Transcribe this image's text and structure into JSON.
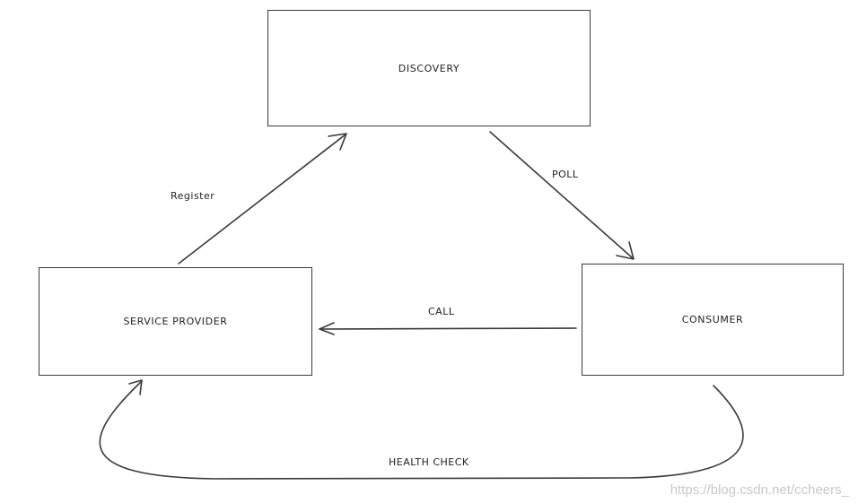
{
  "nodes": {
    "discovery": "DISCOVERY",
    "service_provider": "SERVICE PROVIDER",
    "consumer": "CONSUMER"
  },
  "edges": {
    "register": "Register",
    "poll": "POLL",
    "call": "CALL",
    "health_check": "HEALTH CHECK"
  },
  "watermark": "https://blog.csdn.net/ccheers_",
  "colors": {
    "stroke": "#3a3a3a",
    "text": "#1e1e1e",
    "watermark": "#c8c8c8",
    "background": "#ffffff"
  }
}
